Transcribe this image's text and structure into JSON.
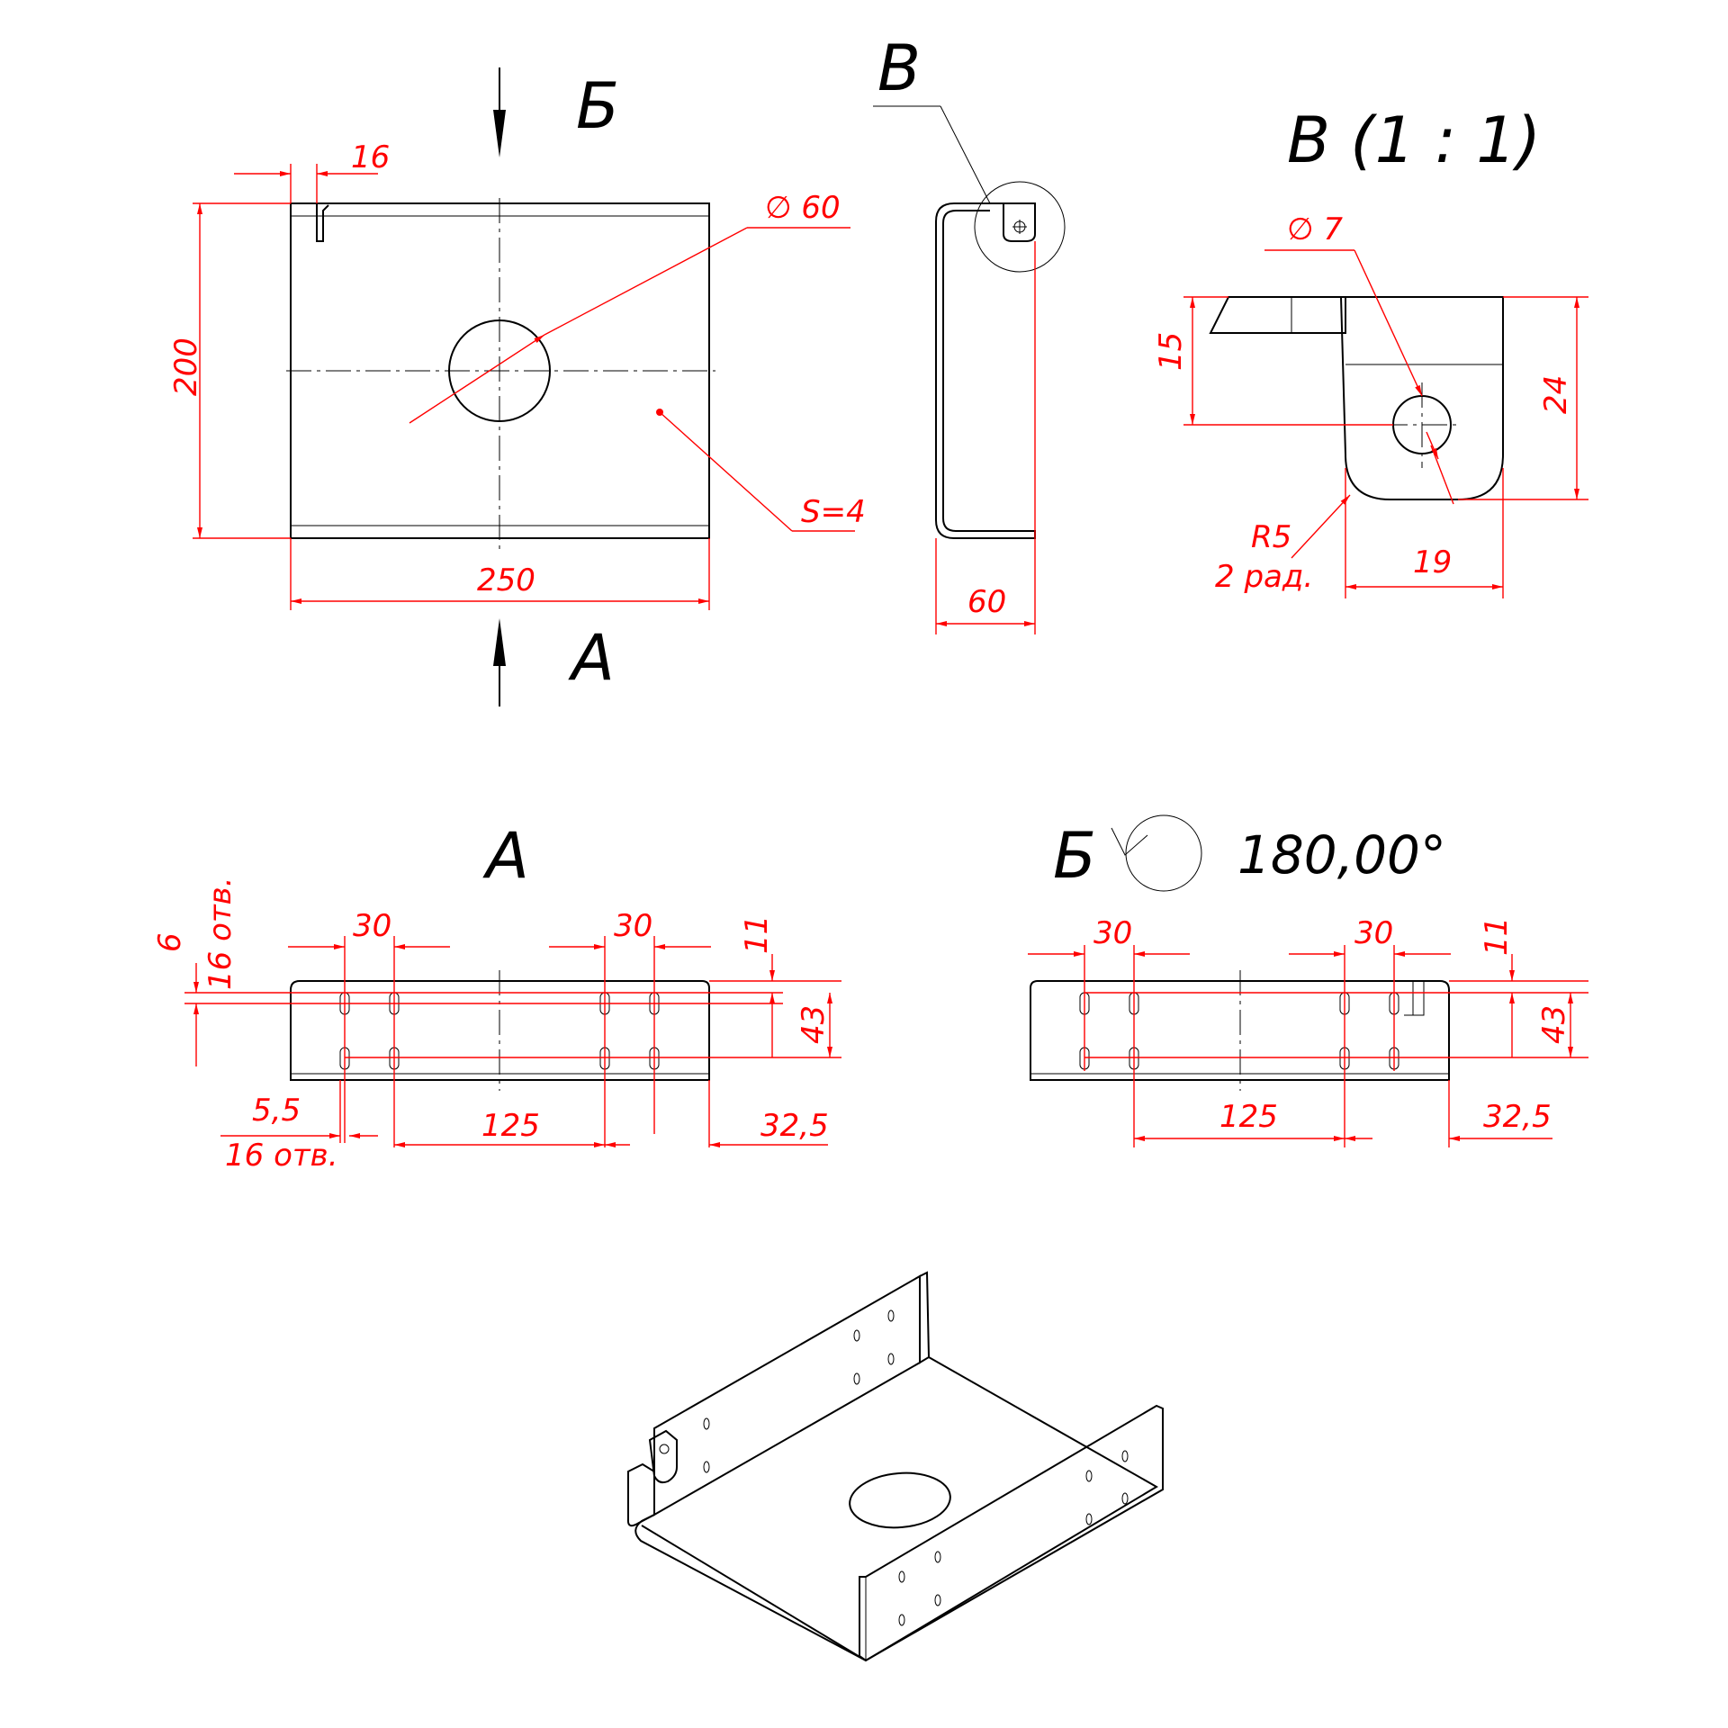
{
  "colors": {
    "outline": "#000000",
    "dimension": "#ff0000",
    "background": "#ffffff"
  },
  "views": {
    "front": {
      "arrow_top": "Б",
      "arrow_bottom": "А",
      "dims": {
        "flange": "16",
        "hole_dia": "∅ 60",
        "height": "200",
        "width": "250",
        "thickness": "S=4"
      }
    },
    "side": {
      "callout": "В",
      "dims": {
        "depth": "60"
      }
    },
    "detail": {
      "title": "В (1 : 1)",
      "dims": {
        "hole_dia": "∅ 7",
        "h15": "15",
        "h24": "24",
        "w19": "19",
        "radius": "R5",
        "radius_note": "2 рад."
      }
    },
    "view_a": {
      "title": "А",
      "dims": {
        "pitch_left": "30",
        "pitch_right": "30",
        "top_offset": "11",
        "row_gap": "43",
        "slot_len": "6",
        "slot_len_count": "16 отв.",
        "slot_w": "5,5",
        "slot_w_count": "16 отв.",
        "span": "125",
        "edge": "32,5"
      }
    },
    "view_b": {
      "title": "Б",
      "rotation": "180,00°",
      "dims": {
        "pitch_left": "30",
        "pitch_right": "30",
        "top_offset": "11",
        "row_gap": "43",
        "span": "125",
        "edge": "32,5"
      }
    }
  }
}
